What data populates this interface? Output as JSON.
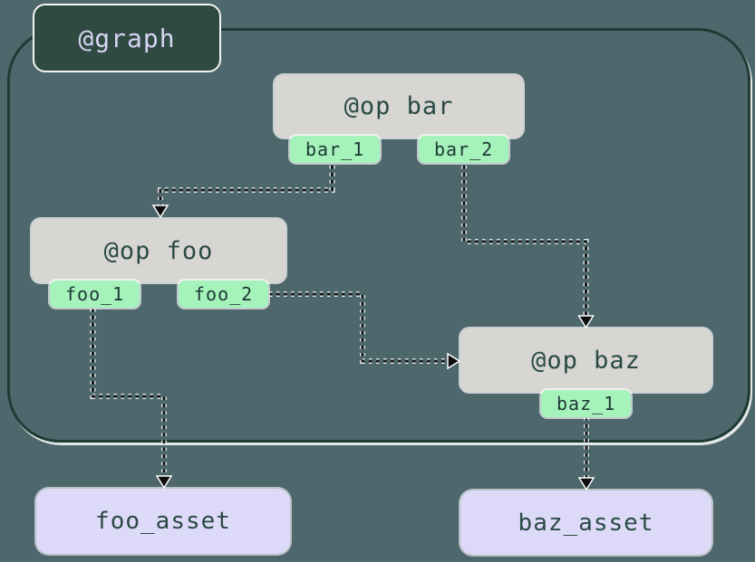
{
  "graph": {
    "label": "@graph"
  },
  "ops": [
    {
      "id": "bar",
      "label": "@op bar",
      "outputs": [
        "bar_1",
        "bar_2"
      ]
    },
    {
      "id": "foo",
      "label": "@op foo",
      "outputs": [
        "foo_1",
        "foo_2"
      ]
    },
    {
      "id": "baz",
      "label": "@op baz",
      "outputs": [
        "baz_1"
      ]
    }
  ],
  "assets": [
    {
      "id": "foo_asset",
      "label": "foo_asset"
    },
    {
      "id": "baz_asset",
      "label": "baz_asset"
    }
  ],
  "edges": [
    {
      "from": "bar.bar_1",
      "to": "foo"
    },
    {
      "from": "bar.bar_2",
      "to": "baz"
    },
    {
      "from": "foo.foo_2",
      "to": "baz"
    },
    {
      "from": "foo.foo_1",
      "to": "foo_asset"
    },
    {
      "from": "baz.baz_1",
      "to": "baz_asset"
    }
  ],
  "colors": {
    "background": "#4e676d",
    "graph_border": "#1e3b34",
    "graph_label_fill": "#2e4a41",
    "graph_label_text": "#d8d4f4",
    "op_fill": "#d8d6d3",
    "output_tag_fill": "#a6f2bb",
    "asset_fill": "#ddd9f8",
    "dark_text": "#2a4a43",
    "edge": "#101413",
    "edge_halo": "#ffffff"
  }
}
